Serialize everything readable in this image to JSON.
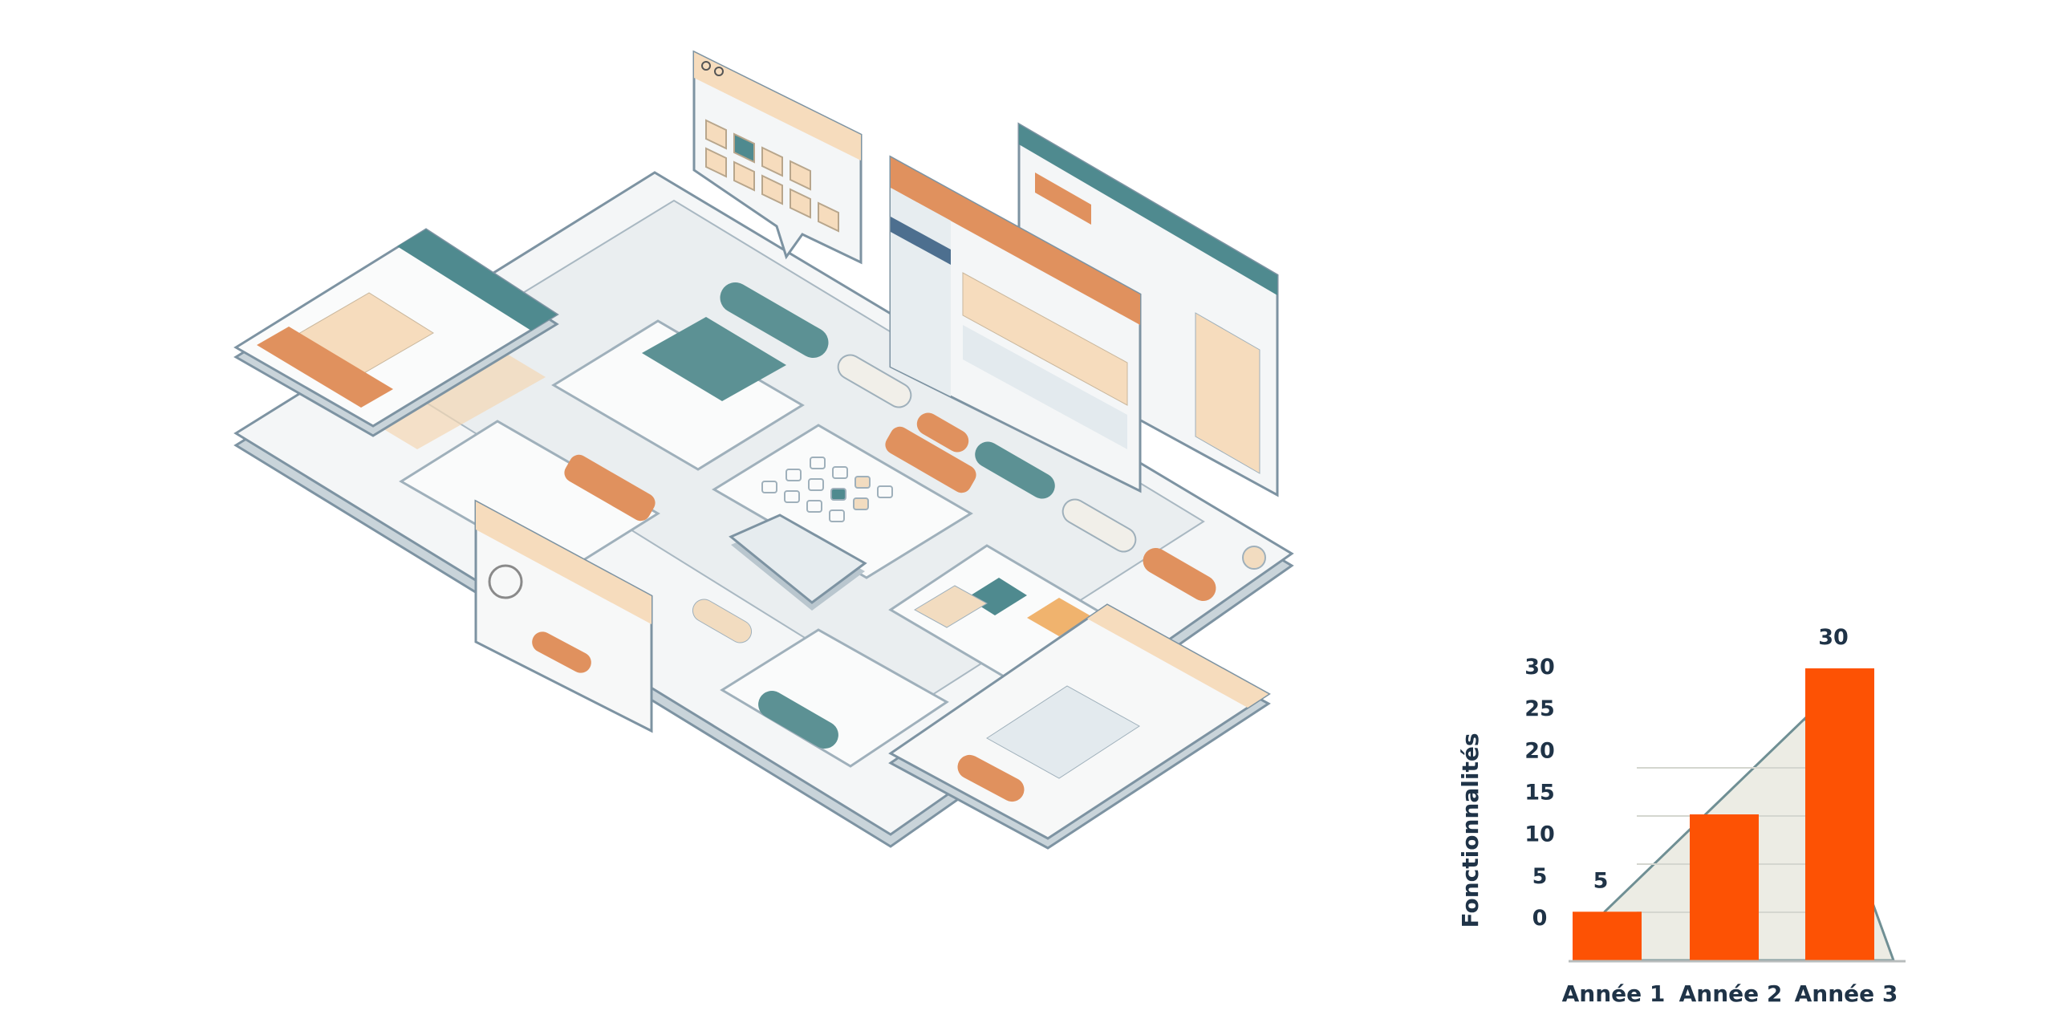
{
  "colors": {
    "bar": "#fd5204",
    "text": "#1f3347",
    "area": "#ecece4",
    "teal": "#4f8a8f",
    "orange": "#e0915e",
    "peach": "#f6dcbd",
    "navy": "#4d6f8f",
    "panel": "#f4f6f7",
    "outline": "#8fa3b1"
  },
  "chart_data": {
    "type": "bar",
    "title": "",
    "xlabel": "",
    "ylabel": "Fonctionnalités",
    "categories": [
      "Année 1",
      "Année 2",
      "Année 3"
    ],
    "values": [
      5,
      15,
      30
    ],
    "data_labels": [
      "5",
      "",
      "30"
    ],
    "yticks": [
      "0",
      "5",
      "10",
      "15",
      "20",
      "25",
      "30"
    ],
    "ylim": [
      0,
      30
    ],
    "grid": true,
    "trend_area": true
  }
}
